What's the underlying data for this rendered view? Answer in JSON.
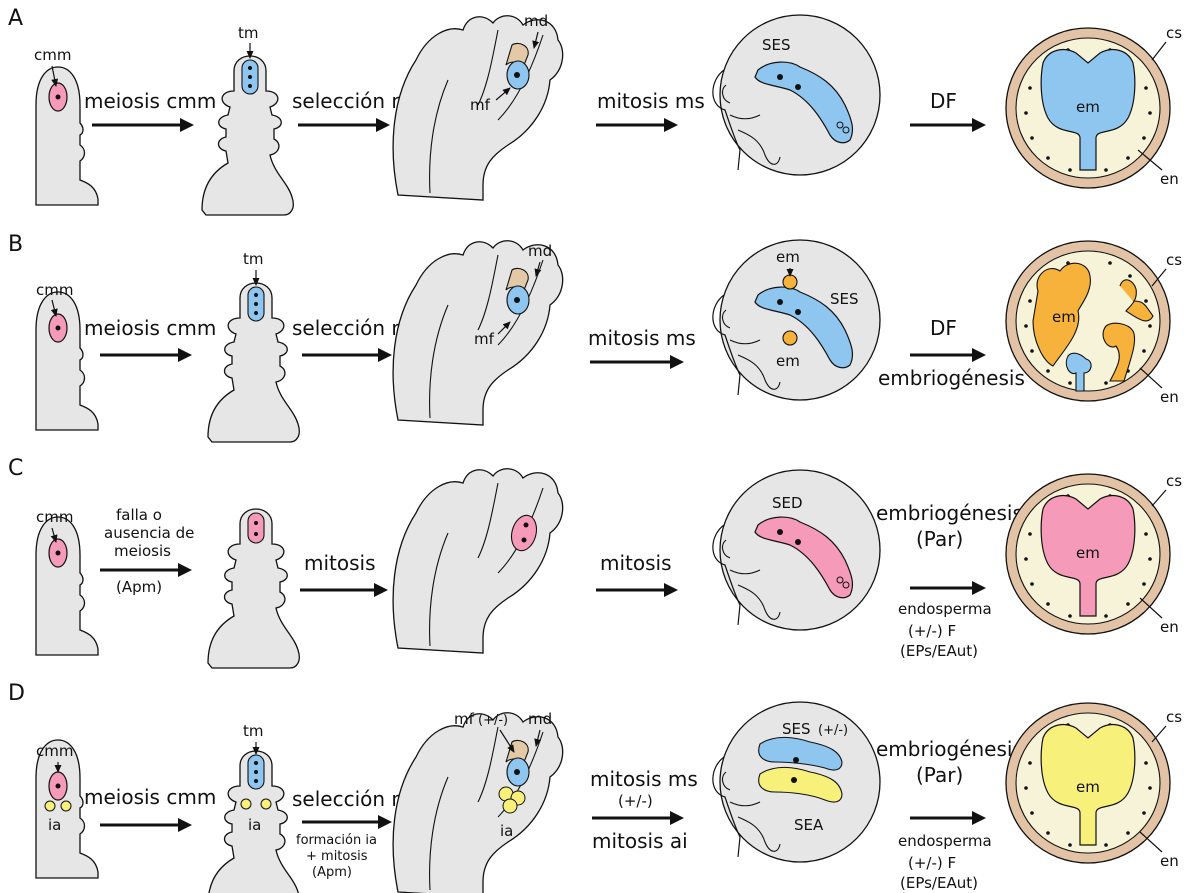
{
  "row_labels": [
    "A",
    "B",
    "C",
    "D"
  ],
  "colors": {
    "outline": "#111111",
    "tissue": "#e6e6e6",
    "ovule": "#ececec",
    "blue": "#8ec6f0",
    "pink": "#f59ab8",
    "orange": "#f7b23b",
    "yellow": "#f7f07a",
    "tan": "#e3c9a6",
    "seed_coat": "#e3c3a6",
    "endosperm": "#f7f3d9"
  },
  "rows": {
    "a": {
      "step1": {
        "cell": "cmm",
        "arrow": "meiosis cmm"
      },
      "step2": {
        "cell": "tm",
        "arrow": "selección ms"
      },
      "step3": {
        "md": "md",
        "mf": "mf",
        "arrow": "mitosis ms"
      },
      "step4": {
        "sac": "SES",
        "arrow": "DF"
      },
      "seed": {
        "cs": "cs",
        "em": "em",
        "en": "en"
      }
    },
    "b": {
      "step1": {
        "cell": "cmm",
        "arrow": "meiosis cmm"
      },
      "step2": {
        "cell": "tm",
        "arrow": "selección ms"
      },
      "step3": {
        "md": "md",
        "mf": "mf",
        "arrow": "mitosis ms"
      },
      "step4": {
        "sac": "SES",
        "em_top": "em",
        "em_bottom": "em",
        "arrow_top": "DF",
        "arrow_bottom": "embriogénesis"
      },
      "seed": {
        "cs": "cs",
        "em": "em",
        "en": "en"
      }
    },
    "c": {
      "step1": {
        "cell": "cmm",
        "arrow_1": "falla o",
        "arrow_2": "ausencia de",
        "arrow_3": "meiosis",
        "arrow_4": "(Apm)"
      },
      "step2": {
        "arrow": "mitosis"
      },
      "step3": {
        "arrow": "mitosis"
      },
      "step4": {
        "sac": "SED",
        "arrow_top_1": "embriogénesis",
        "arrow_top_2": "(Par)",
        "arrow_bot_1": "endosperma",
        "arrow_bot_2": "(+/-) F",
        "arrow_bot_3": "(EPs/EAut)"
      },
      "seed": {
        "cs": "cs",
        "em": "em",
        "en": "en"
      }
    },
    "d": {
      "step1": {
        "cell": "cmm",
        "ia": "ia",
        "arrow": "meiosis cmm"
      },
      "step2": {
        "cell": "tm",
        "ia": "ia",
        "arrow_top": "selección ms",
        "arrow_bot_1": "formación ia",
        "arrow_bot_2": "+ mitosis",
        "arrow_bot_3": "(Apm)"
      },
      "step3": {
        "mf": "mf",
        "mf_pm": "(+/-)",
        "md": "md",
        "ia": "ia",
        "arrow_top_1": "mitosis ms",
        "arrow_top_2": "(+/-)",
        "arrow_bot": "mitosis ai"
      },
      "step4": {
        "ses": "SES",
        "ses_pm": "(+/-)",
        "sea": "SEA",
        "arrow_top_1": "embriogénesis",
        "arrow_top_2": "(Par)",
        "arrow_bot_1": "endosperma",
        "arrow_bot_2": "(+/-) F",
        "arrow_bot_3": "(EPs/EAut)"
      },
      "seed": {
        "cs": "cs",
        "em": "em",
        "en": "en"
      }
    }
  }
}
